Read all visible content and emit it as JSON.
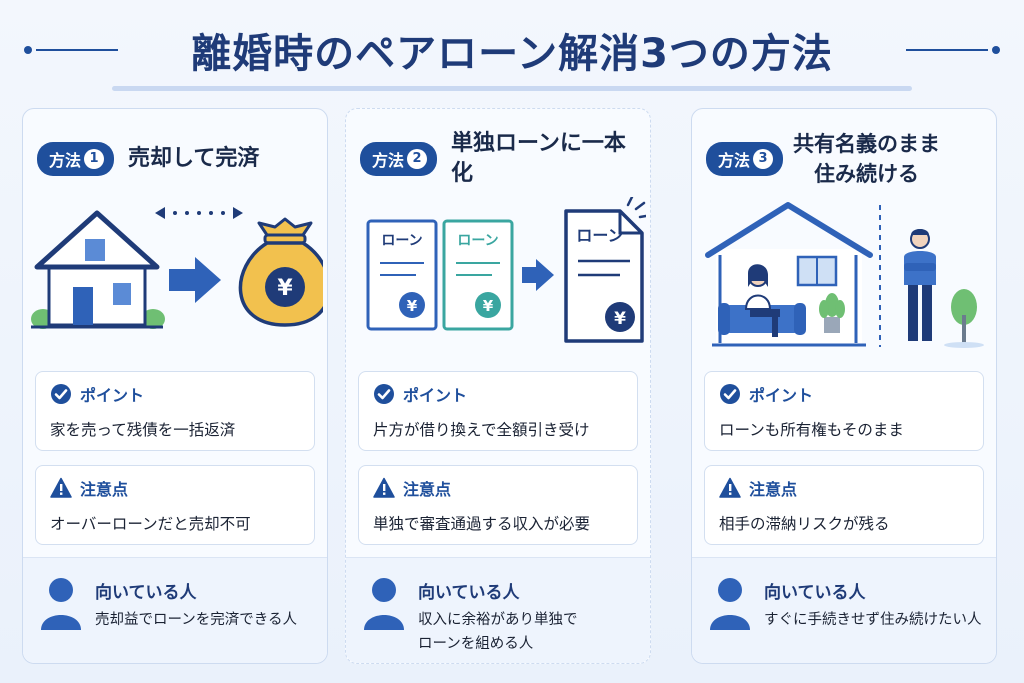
{
  "header": {
    "title": "離婚時のペアローン解消3つの方法"
  },
  "cards": [
    {
      "badge": "方法",
      "num": "1",
      "title": "売却して完済",
      "point_label": "ポイント",
      "point_text": "家を売って残債を一括返済",
      "caution_label": "注意点",
      "caution_text": "オーバーローンだと売却不可",
      "suit_label": "向いている人",
      "suit_text": "売却益でローンを完済できる人",
      "yen": "¥"
    },
    {
      "badge": "方法",
      "num": "2",
      "title": "単独ローンに一本化",
      "doc_labels": [
        "ローン",
        "ローン",
        "ローン"
      ],
      "point_label": "ポイント",
      "point_text": "片方が借り換えで全額引き受け",
      "caution_label": "注意点",
      "caution_text": "単独で審査通過する収入が必要",
      "suit_label": "向いている人",
      "suit_text_1": "収入に余裕があり単独で",
      "suit_text_2": "ローンを組める人",
      "yen": "¥"
    },
    {
      "badge": "方法",
      "num": "3",
      "title_1": "共有名義のまま",
      "title_2": "住み続ける",
      "point_label": "ポイント",
      "point_text": "ローンも所有権もそのまま",
      "caution_label": "注意点",
      "caution_text": "相手の滞納リスクが残る",
      "suit_label": "向いている人",
      "suit_text": "すぐに手続きせず住み続けたい人"
    }
  ],
  "colors": {
    "navy": "#1f4f9c",
    "title": "#1f3b78",
    "teal": "#3aa6a0",
    "green": "#6fbf73",
    "gold": "#f2c14e"
  },
  "icons": [
    "check-icon",
    "warning-icon",
    "person-icon",
    "house-icon",
    "money-bag-icon",
    "document-icon",
    "arrow-right-icon"
  ]
}
